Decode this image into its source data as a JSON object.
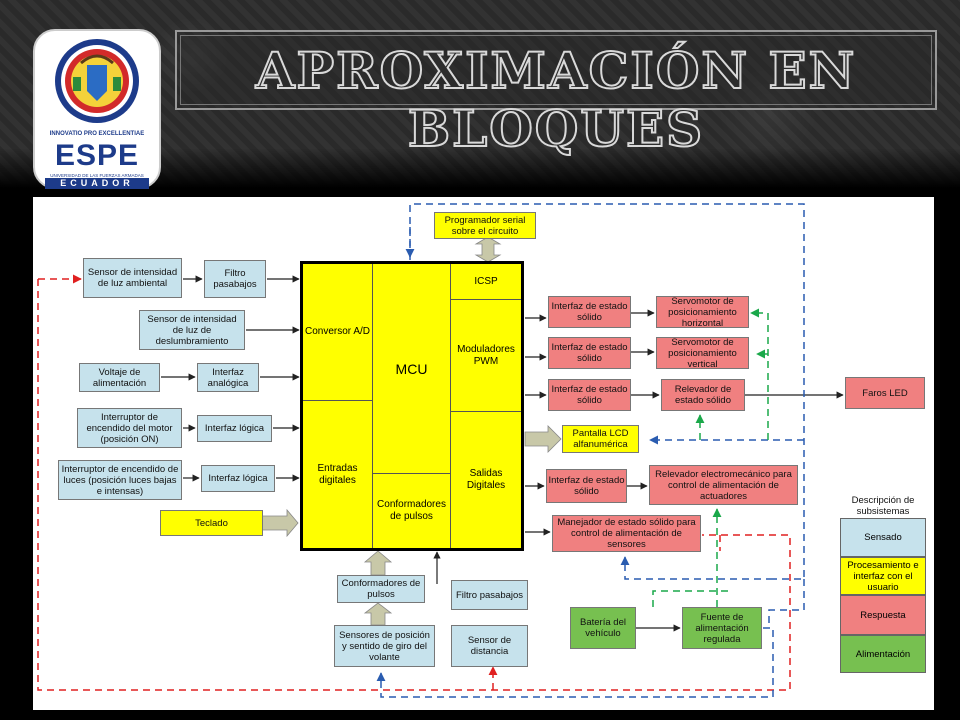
{
  "title": "APROXIMACIÓN EN BLOQUES",
  "logo": {
    "motto": "INNOVATIO PRO EXCELLENTIAE",
    "brand": "ESPE",
    "university": "UNIVERSIDAD DE LAS FUERZAS ARMADAS",
    "country": "ECUADOR"
  },
  "blocks": {
    "sensor_luz_ambiental": "Sensor de intensidad de luz ambiental",
    "filtro_pasabajos_1": "Filtro pasabajos",
    "sensor_deslumbramiento": "Sensor de intensidad de luz de deslumbramiento",
    "voltaje_alimentacion": "Voltaje de alimentación",
    "interfaz_analogica": "Interfaz analógica",
    "interruptor_motor": "Interruptor de encendido del motor (posición ON)",
    "interfaz_logica_1": "Interfaz lógica",
    "interruptor_luces": "Interruptor de encendido de luces (posición luces bajas e intensas)",
    "interfaz_logica_2": "Interfaz lógica",
    "teclado": "Teclado",
    "programador": "Programador serial sobre el circuito",
    "conformadores_pulsos_ext": "Conformadores de pulsos",
    "sensores_volante": "Sensores de posición y sentido de giro del volante",
    "filtro_pasabajos_2": "Filtro pasabajos",
    "sensor_distancia": "Sensor de distancia",
    "interfaz_ss_1": "Interfaz de estado sólido",
    "interfaz_ss_2": "Interfaz de estado sólido",
    "interfaz_ss_3": "Interfaz de estado sólido",
    "interfaz_ss_4": "Interfaz de estado sólido",
    "servo_horizontal": "Servomotor de posicionamiento horizontal",
    "servo_vertical": "Servomotor de posicionamiento vertical",
    "relevador_ss": "Relevador de estado sólido",
    "faros_led": "Faros LED",
    "pantalla_lcd": "Pantalla LCD alfanumérica",
    "relevador_electromecanico": "Relevador electromecánico para control de alimentación de actuadores",
    "manejador_ss": "Manejador de estado sólido para control de alimentación de sensores",
    "bateria": "Batería del vehículo",
    "fuente": "Fuente de alimentación regulada"
  },
  "mcu": {
    "label": "MCU",
    "conversor": "Conversor A/D",
    "entradas": "Entradas digitales",
    "conformadores": "Conformadores de pulsos",
    "icsp": "ICSP",
    "pwm": "Moduladores PWM",
    "salidas": "Salidas Digitales"
  },
  "legend": {
    "title": "Descripción de subsistemas",
    "items": [
      {
        "label": "Sensado",
        "color": "#c6e2ec"
      },
      {
        "label": "Procesamiento e interfaz con el usuario",
        "color": "#ffff00"
      },
      {
        "label": "Respuesta",
        "color": "#f08080"
      },
      {
        "label": "Alimentación",
        "color": "#77c050"
      }
    ]
  },
  "colors": {
    "sensing": "#c6e2ec",
    "processing": "#ffff00",
    "response": "#f08080",
    "power": "#77c050",
    "line_red": "#e02020",
    "line_blue": "#2a5cb0",
    "line_green": "#1aa84a",
    "arrow_gray": "#c8c8a8"
  }
}
